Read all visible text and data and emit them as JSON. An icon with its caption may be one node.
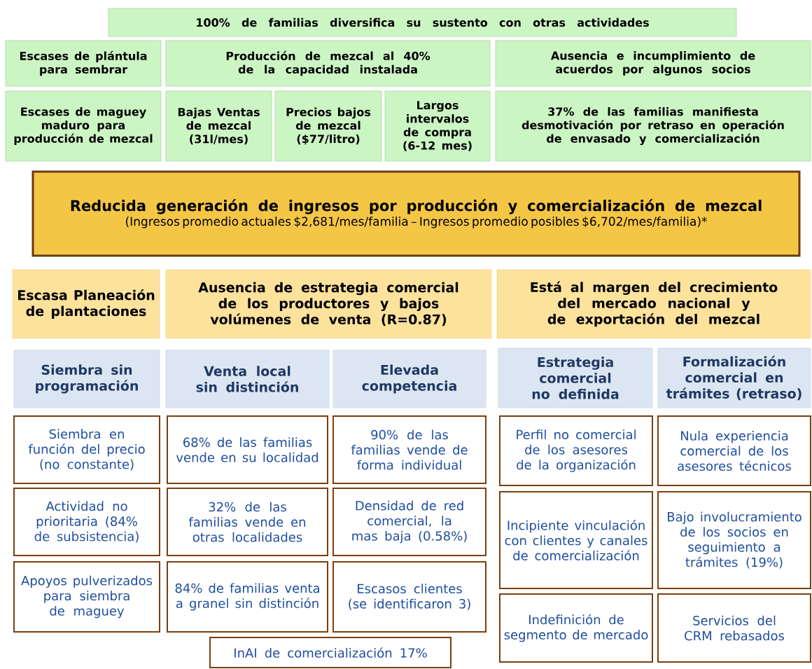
{
  "diagram": {
    "nodes": [
      {
        "text": [
          "100% de familias diversifica su sustento con otras actividades"
        ]
      },
      {
        "text": [
          "Escases de plántula para sembrar"
        ]
      },
      {
        "text": [
          "Producción de mezcal al 40% de la capacidad instalada"
        ]
      },
      {
        "text": [
          "Ausencia e incumplimiento de acuerdos por algunos socios"
        ]
      },
      {
        "text": [
          "Escases de maguey maduro para producción de mezcal"
        ]
      },
      {
        "text": [
          "Bajas Ventas de mezcal (31l/mes)"
        ]
      },
      {
        "text": [
          "Precios bajos de mezcal ($77/litro)"
        ]
      },
      {
        "text": [
          "Largos intervalos de compra (6-12 mes)"
        ]
      },
      {
        "text": [
          "37% de las familias manifiesta desmotivación por retraso en operación de envasado y comercialización"
        ]
      },
      {
        "text": [
          "Reducida generación de ingresos por producción y comercialización de mezcal",
          "(Ingresos promedio actuales $2,681/mes/familia – Ingresos promedio posibles $6,702/mes/familia)*"
        ]
      },
      {
        "text": [
          "Escasa Planeación de plantaciones"
        ]
      },
      {
        "text": [
          "Ausencia de estrategia comercial de los productores y bajos volúmenes de venta (R=0.87)"
        ]
      },
      {
        "text": [
          "Está al margen del crecimiento del mercado nacional y de exportación del mezcal"
        ]
      },
      {
        "text": [
          "Siembra sin programación"
        ]
      },
      {
        "text": [
          "Venta local sin distinción"
        ]
      },
      {
        "text": [
          "Elevada competencia"
        ]
      },
      {
        "text": [
          "Estrategia comercial no definida"
        ]
      },
      {
        "text": [
          "Formalización comercial en trámites (retraso)"
        ]
      },
      {
        "text": [
          "Siembra en función del precio (no constante)"
        ]
      },
      {
        "text": [
          "68% de las familias vende en su localidad"
        ]
      },
      {
        "text": [
          "90% de las familias vende de forma individual"
        ]
      },
      {
        "text": [
          "Perfil no comercial de los asesores de la organización"
        ]
      },
      {
        "text": [
          "Nula experiencia comercial de los asesores técnicos"
        ]
      },
      {
        "text": [
          "Actividad no prioritaria (84% de subsistencia)"
        ]
      },
      {
        "text": [
          "32% de las familias vende en otras localidades"
        ]
      },
      {
        "text": [
          "Densidad de red comercial, la mas baja (0.58%)"
        ]
      },
      {
        "text": [
          "Incipiente vinculación con clientes y canales de comercialización"
        ]
      },
      {
        "text": [
          "Bajo involucramiento de los socios en seguimiento a trámites (19%)"
        ]
      },
      {
        "text": [
          "Apoyos pulverizados para siembra de maguey"
        ]
      },
      {
        "text": [
          "84% de familias venta a granel sin distinción"
        ]
      },
      {
        "text": [
          "Escasos clientes (se identificaron 3)"
        ]
      },
      {
        "text": [
          "InAI de comercialización 17%"
        ]
      },
      {
        "text": [
          "Indefinición de segmento de mercado"
        ]
      },
      {
        "text": [
          "Servicios del CRM rebasados"
        ]
      }
    ]
  }
}
